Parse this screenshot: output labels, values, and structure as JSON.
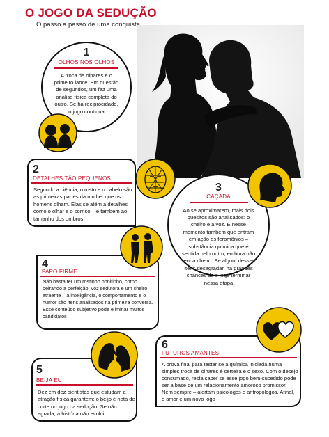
{
  "header": {
    "title": "O JOGO DA SEDUÇÃO",
    "subtitle": "O passo a passo de uma conquista"
  },
  "colors": {
    "accent": "#c8102e",
    "badge": "#f2c400",
    "ink": "#111111"
  },
  "steps": [
    {
      "number": "1",
      "heading": "OLHOS NOS OLHOS",
      "text": "A troca de olhares é o primeiro lance. Em questão de segundos, um faz uma análise física completa do outro. Se há reciprocidade, o jogo continua",
      "icon": "two-faces-looking-icon"
    },
    {
      "number": "2",
      "heading": "DETALHES TÃO PEQUENOS",
      "text": "Segundo a ciência, o rosto e o cabelo são as primeiras partes da mulher que os homens olham. Elas se atêm a detalhes como o olhar e o sorriso – e também ao tamanho dos ombros",
      "icon": "face-proportion-grid-icon"
    },
    {
      "number": "3",
      "heading": "CAÇADA",
      "text": "Ao se aproximarem, mais dois quesitos são analisados: o cheiro e a voz. É nesse momento também que entram em ação os feromônios – substância química que é sentida pelo outro, embora não tenha cheiro. Se algum desses itens desagradar, há grandes chances de o jogo terminar nessa etapa",
      "icon": "head-profile-icon"
    },
    {
      "number": "4",
      "heading": "PAPO FIRME",
      "text": "Não basta ter um rostinho bonitinho, corpo beirando a perfeição, voz sedutora e um cheiro atraente – a inteligência, o comportamento e o humor são itens analisados na primeira conversa. Esse conteúdo subjetivo pode eliminar muitos candidatos",
      "icon": "couple-talking-icon"
    },
    {
      "number": "5",
      "heading": "BEIJA EU",
      "text": "Dez em dez cientistas que estudam a atração física garantem: o beijo é nota de corte no jogo da sedução. Se não agrada, a história não evolui",
      "icon": "kiss-silhouette-icon"
    },
    {
      "number": "6",
      "heading": "FUTUROS AMANTES",
      "text": "A prova final para testar se a química iniciada numa simples troca de olhares é certeira é o sexo. Com o desejo consumado, resta saber se esse jogo bem-sucedido pode ser a base de um relacionamento amoroso promissor. Nem sempre – alertam psicólogos e antropólogos. Afinal, o amor é um novo jogo",
      "icon": "two-hearts-icon"
    }
  ]
}
